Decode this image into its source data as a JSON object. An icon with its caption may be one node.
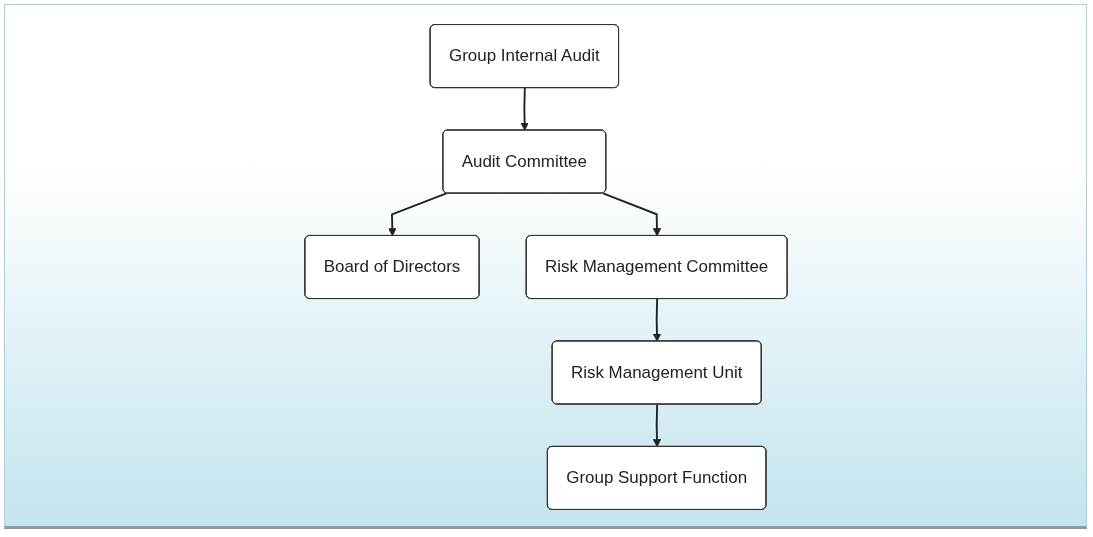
{
  "diagram": {
    "nodes": [
      {
        "text": [
          "Board of Directors"
        ]
      },
      {
        "text": [
          "Audit Committee"
        ]
      },
      {
        "text": [
          "Group Internal Audit"
        ]
      },
      {
        "text": [
          "Risk Management Committee"
        ]
      },
      {
        "text": [
          "Risk Management Unit"
        ]
      },
      {
        "text": [
          "Group Support Function"
        ]
      }
    ],
    "edges": [
      {
        "from": 1,
        "to": 0,
        "arrow": "to"
      },
      {
        "from": 2,
        "to": 1,
        "arrow": "to"
      },
      {
        "from": 1,
        "to": 3,
        "arrow": "to"
      },
      {
        "from": 3,
        "to": 4,
        "arrow": "to"
      },
      {
        "from": 4,
        "to": 5,
        "arrow": "to"
      }
    ]
  }
}
